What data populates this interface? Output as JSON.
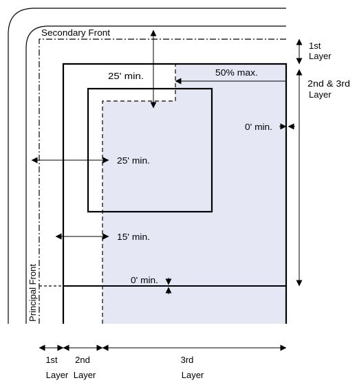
{
  "labels": {
    "secondary_front": "Secondary Front",
    "principal_front": "Principal Front",
    "dim_25_top": "25' min.",
    "dim_50_max": "50% max.",
    "dim_0_right": "0' min.",
    "dim_25_left": "25' min.",
    "dim_15_left": "15' min.",
    "dim_0_bottom": "0' min."
  },
  "right_layers": {
    "first": {
      "line1": "1st",
      "line2": "Layer"
    },
    "second_third": {
      "line1": "2nd & 3rd",
      "line2": "Layer"
    }
  },
  "bottom_layers": {
    "first": {
      "line1": "1st",
      "line2": "Layer"
    },
    "second": {
      "line1": "2nd",
      "line2": "Layer"
    },
    "third": {
      "line1": "3rd",
      "line2": "Layer"
    }
  },
  "colors": {
    "third_layer_fill": "#e5e8f4",
    "line": "#000000"
  }
}
